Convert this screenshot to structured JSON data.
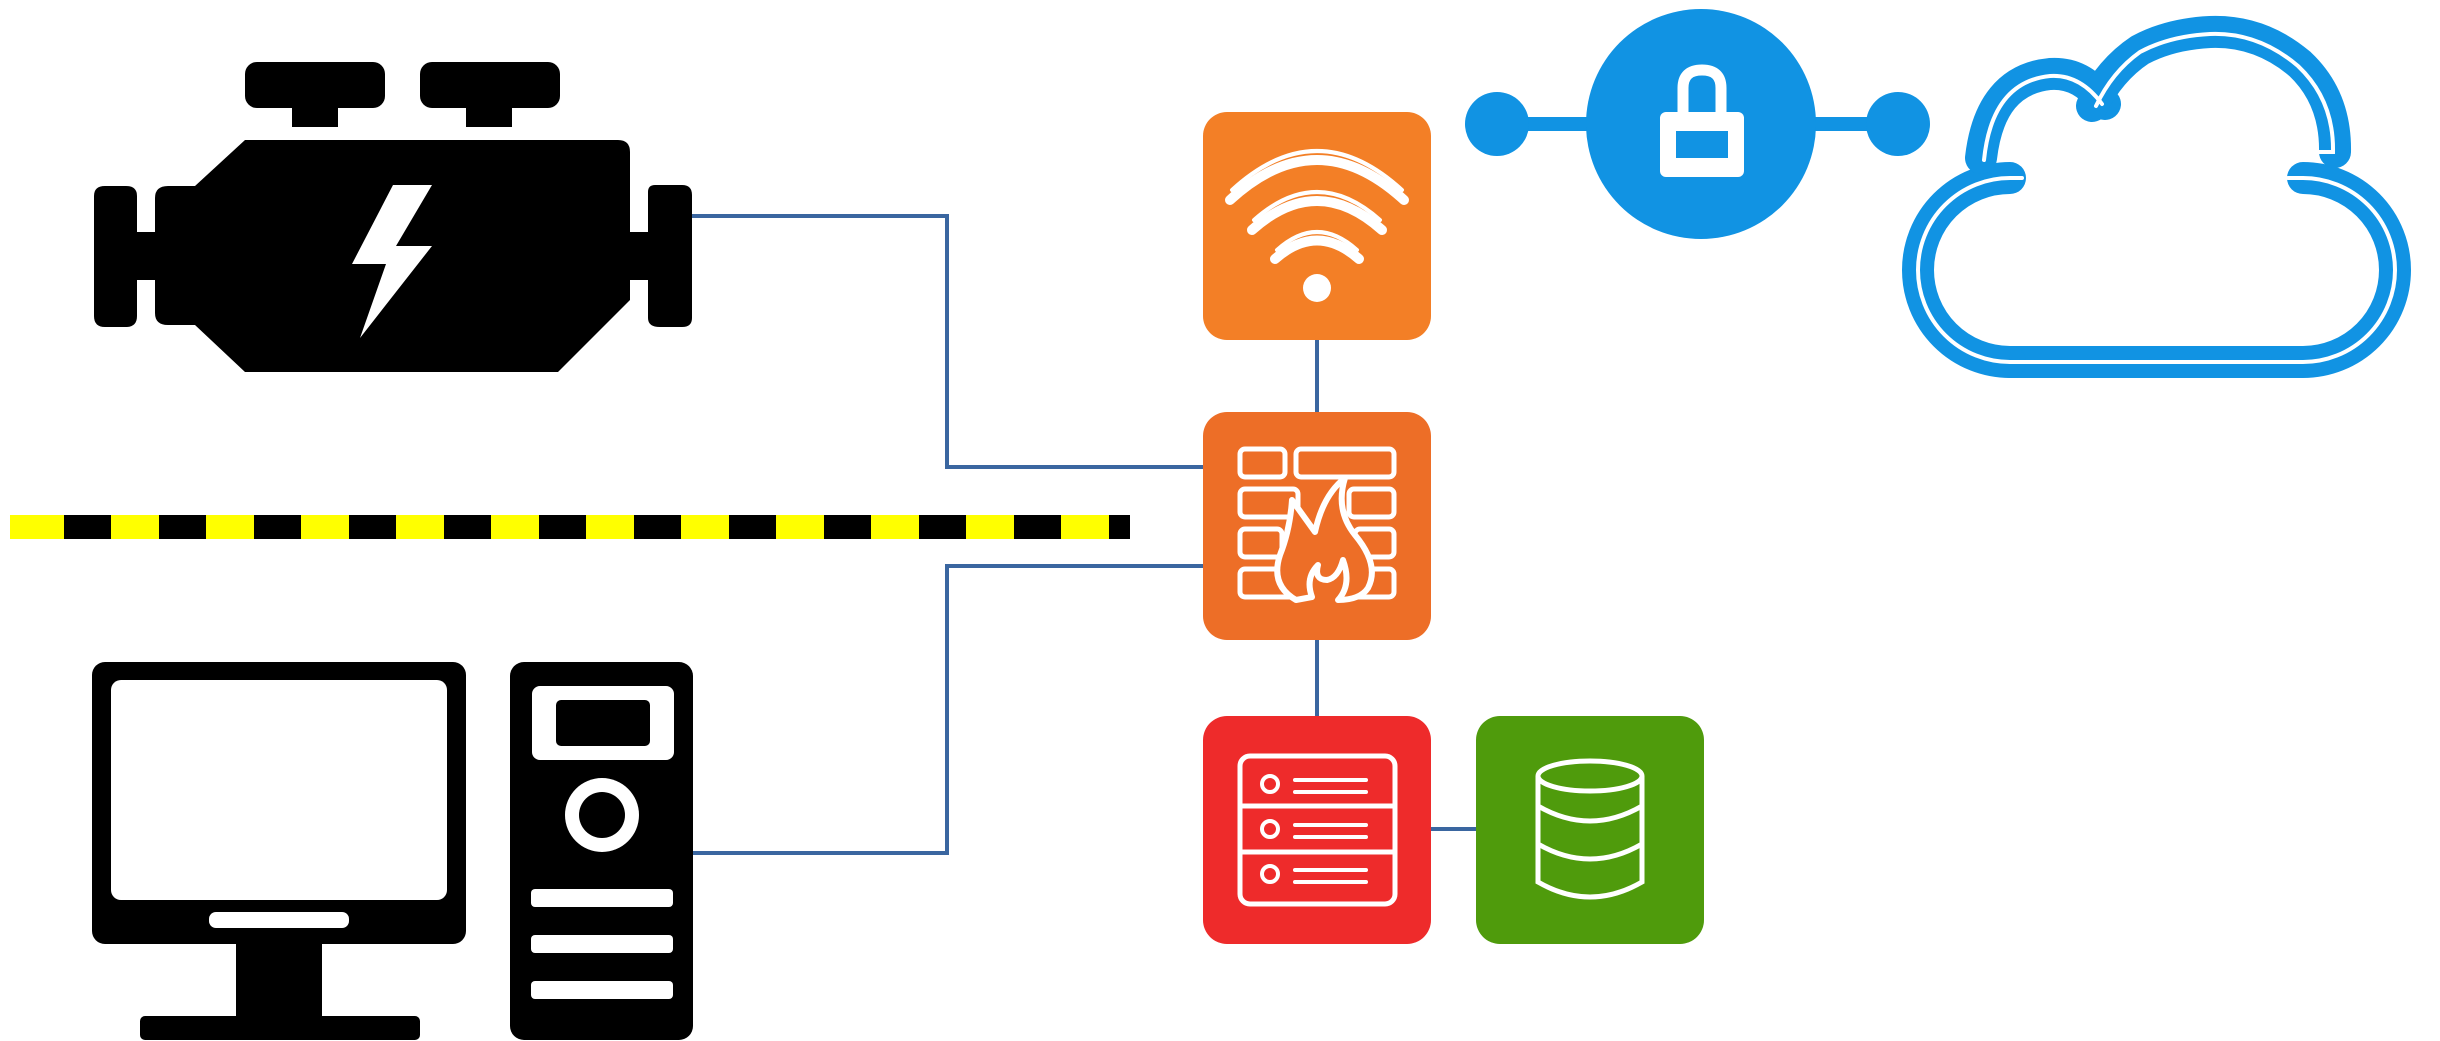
{
  "diagram": {
    "nodes": [
      {
        "id": "engine",
        "icon": "engine-icon",
        "color": "#000000"
      },
      {
        "id": "desktop-monitor",
        "icon": "monitor-icon",
        "color": "#000000"
      },
      {
        "id": "desktop-tower",
        "icon": "computer-tower-icon",
        "color": "#000000"
      },
      {
        "id": "wireless-access-point",
        "icon": "wifi-icon",
        "color": "#f37f26"
      },
      {
        "id": "firewall",
        "icon": "firewall-icon",
        "color": "#ed6e27"
      },
      {
        "id": "server",
        "icon": "server-rack-icon",
        "color": "#ee2b2b"
      },
      {
        "id": "database",
        "icon": "database-icon",
        "color": "#4f9b0c"
      },
      {
        "id": "vpn-lock",
        "icon": "lock-icon",
        "color": "#1193e3"
      },
      {
        "id": "cloud",
        "icon": "cloud-icon",
        "color": "#1193e3"
      }
    ],
    "connections": [
      {
        "from": "engine",
        "to": "firewall"
      },
      {
        "from": "desktop-tower",
        "to": "firewall"
      },
      {
        "from": "wireless-access-point",
        "to": "firewall"
      },
      {
        "from": "firewall",
        "to": "server"
      },
      {
        "from": "server",
        "to": "database"
      },
      {
        "from": "vpn-lock",
        "to": "cloud"
      }
    ],
    "boundary": {
      "style": "dashed",
      "colors": [
        "#ffff00",
        "#000000"
      ]
    },
    "line_color": "#3a66a0"
  }
}
